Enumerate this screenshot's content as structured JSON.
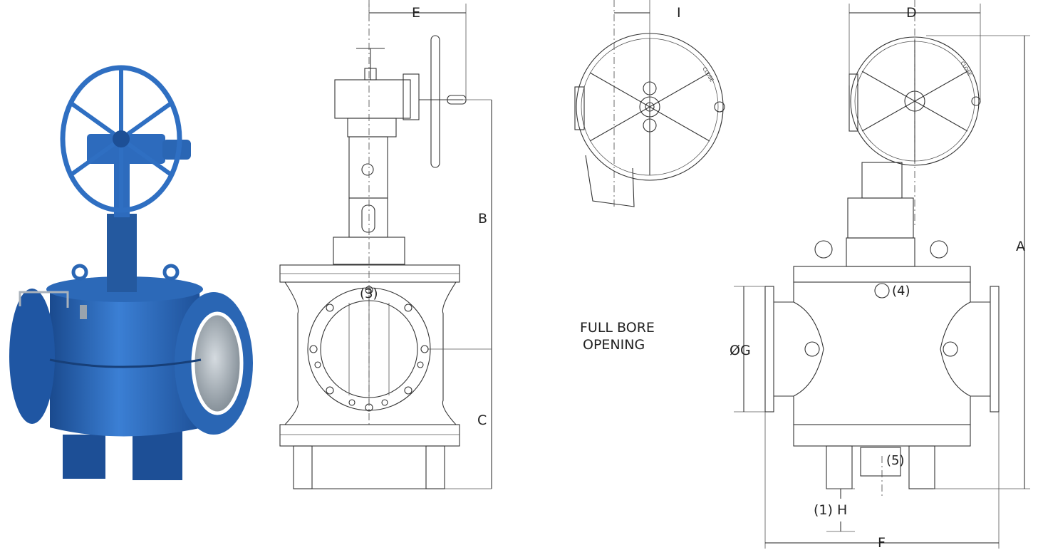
{
  "dimension_labels": {
    "A": "A",
    "B": "B",
    "C": "C",
    "D": "D",
    "E": "E",
    "F": "F",
    "G": "ØG",
    "H": "(1) H",
    "I": "I"
  },
  "callouts": {
    "c3": "(3)",
    "c4": "(4)",
    "c5": "(5)"
  },
  "full_bore_line1": "FULL BORE",
  "full_bore_line2": "OPENING",
  "handwheel_label": "CLOSE",
  "colors": {
    "valve_blue": "#2f6fc2",
    "valve_dark": "#1d4f96",
    "line": "#333333",
    "bore": "#9aa4ad"
  }
}
